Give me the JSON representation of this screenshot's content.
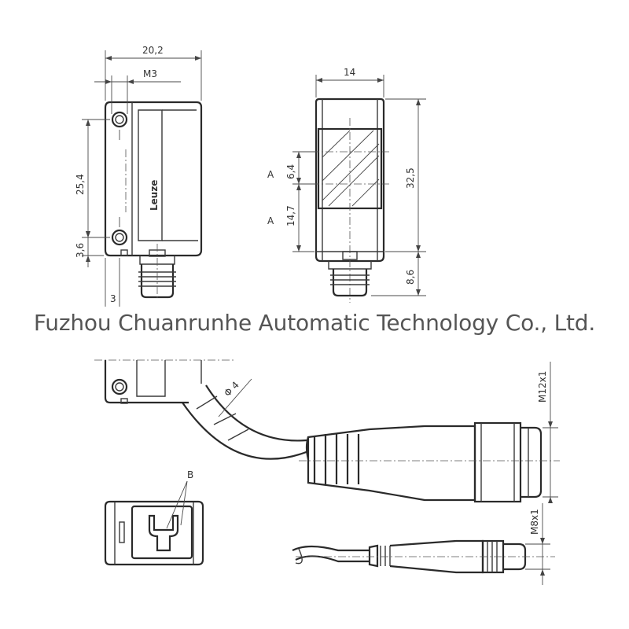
{
  "dimensions": {
    "width_overall": "20,2",
    "thread_m3": "M3",
    "hole_spacing": "25,4",
    "bottom_offset": "3,6",
    "front_width": "14",
    "window_a1": "6,4",
    "window_a2": "14,7",
    "height_overall": "32,5",
    "connector_length": "8,6",
    "cable_diameter": "4",
    "thread_m12": "M12x1",
    "thread_m8": "M8x1",
    "side_cut_label": "3"
  },
  "labels": {
    "brand": "Leuze",
    "section_a1": "A",
    "section_a2": "A",
    "detail_b": "B",
    "phi_symbol": "Φ"
  },
  "watermark": "Fuzhou Chuanrunhe Automatic Technology Co., Ltd."
}
